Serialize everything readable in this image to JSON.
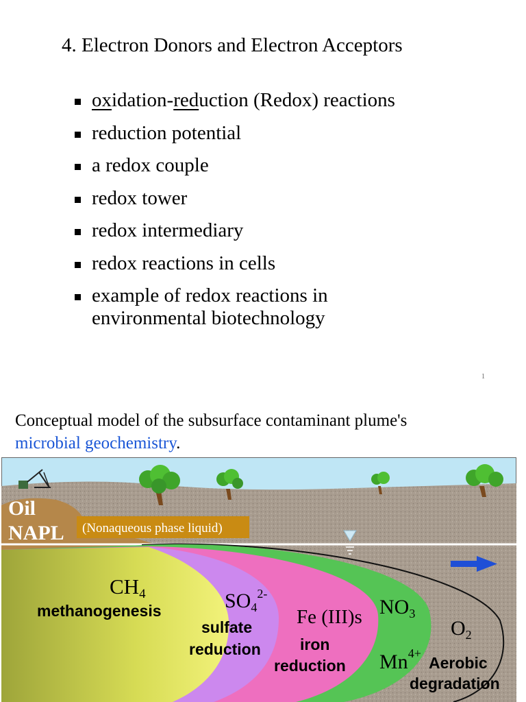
{
  "slide": {
    "title": "4. Electron Donors and Electron Acceptors",
    "bullets": [
      {
        "parts": [
          "ox",
          "idation-",
          "red",
          "uction (Redox) reactions"
        ]
      },
      {
        "text": "reduction potential"
      },
      {
        "text": "a redox couple"
      },
      {
        "text": "redox tower"
      },
      {
        "text": "redox intermediary"
      },
      {
        "text": "redox reactions in cells"
      },
      {
        "line1": "example of redox reactions in",
        "line2": "environmental biotechnology"
      }
    ],
    "page_number": "1"
  },
  "caption": {
    "text": "Conceptual model of the subsurface contaminant plume's",
    "link": "microbial geochemistry",
    "end": "."
  },
  "figure": {
    "oil": "Oil",
    "napl": "NAPL",
    "napl_note": "(Nonaqueous phase liquid)",
    "zones": {
      "methane": {
        "formula": "CH",
        "sub": "4",
        "label": "methanogenesis"
      },
      "sulfate": {
        "formula": "SO",
        "sub": "4",
        "sup": "2-",
        "label1": "sulfate",
        "label2": "reduction"
      },
      "iron": {
        "formula": "Fe (III)s",
        "label1": "iron",
        "label2": "reduction"
      },
      "nitrate": {
        "formula": "NO",
        "sub": "3",
        "formula2": "Mn",
        "sup2": "4+"
      },
      "aerobic": {
        "formula": "O",
        "sub": "2",
        "label1": "Aerobic",
        "label2": "degradation"
      }
    },
    "colors": {
      "sky": "#bfe6f5",
      "soil": "#a89c8f",
      "methane_zone": "#d7dc55",
      "sulfate_zone": "#cc88ee",
      "iron_zone": "#ee6fbf",
      "nitrate_zone": "#55c455",
      "flow_arrow": "#1f4fd6",
      "napl_box": "#c98b13"
    }
  }
}
